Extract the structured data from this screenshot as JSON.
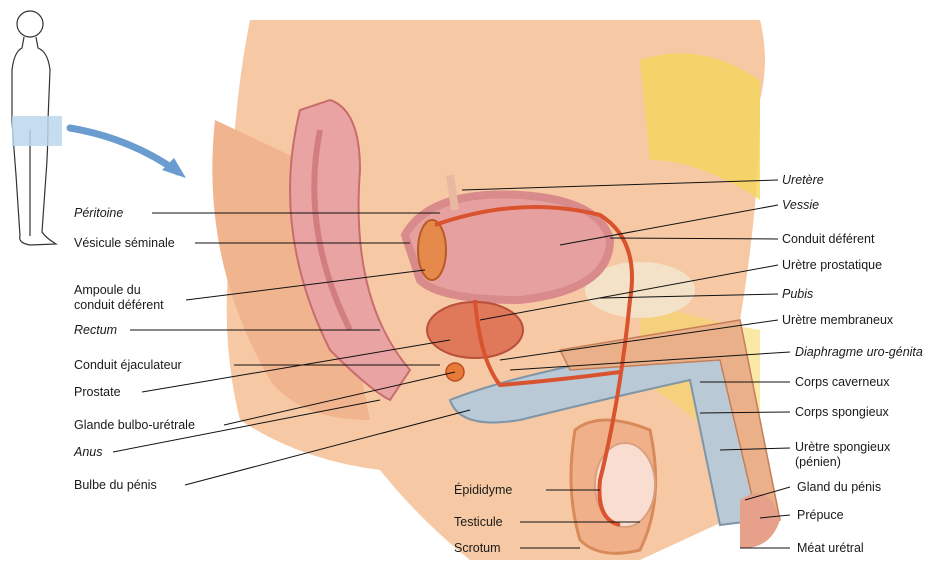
{
  "diagram": {
    "left_labels": {
      "peritoine": "Péritoine",
      "vesicule": "Vésicule séminale",
      "ampoule_l1": "Ampoule du",
      "ampoule_l2": "conduit déférent",
      "rectum": "Rectum",
      "ejaculateur": "Conduit éjaculateur",
      "prostate": "Prostate",
      "glande": "Glande bulbo-urétrale",
      "anus": "Anus",
      "bulbe": "Bulbe du pénis"
    },
    "bottom_labels": {
      "epididyme": "Épididyme",
      "testicule": "Testicule",
      "scrotum": "Scrotum"
    },
    "right_labels": {
      "uretere": "Uretère",
      "vessie": "Vessie",
      "deferent": "Conduit déférent",
      "prostatique": "Urètre prostatique",
      "pubis": "Pubis",
      "membraneux": "Urètre membraneux",
      "diaphragme": "Diaphragme uro-génita",
      "caverneux": "Corps caverneux",
      "spongieux": "Corps spongieux",
      "spongieux_uretre_l1": "Urètre spongieux",
      "spongieux_uretre_l2": "(pénien)",
      "gland": "Gland du pénis",
      "prepuce": "Prépuce",
      "meat": "Méat urétral"
    },
    "colors": {
      "tissue": "#f6c9a4",
      "muscle": "#e8917a",
      "fat": "#f4d65c",
      "bladder": "#e7a0a0",
      "duct": "#d9532e",
      "spongy": "#b9c9d6",
      "bone": "#f3e2c8"
    },
    "icons": [
      "body-silhouette-icon",
      "arrow-icon"
    ]
  }
}
